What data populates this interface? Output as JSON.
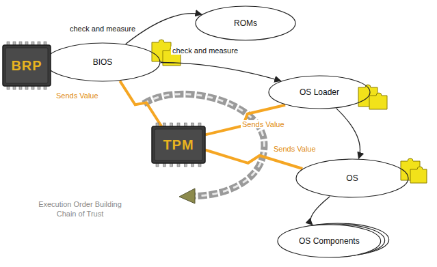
{
  "diagram": {
    "nodes": [
      {
        "text": [
          "BIOS"
        ]
      },
      {
        "text": [
          "BRP"
        ]
      },
      {
        "text": [
          "ROMs"
        ]
      },
      {
        "text": [
          "OS Loader"
        ]
      },
      {
        "text": [
          "TPM"
        ]
      },
      {
        "text": [
          "OS"
        ]
      },
      {
        "text": [
          "OS Components"
        ]
      }
    ],
    "edges": [
      {
        "from": 0,
        "to": 2,
        "arrow": "to",
        "label": "check and measure"
      },
      {
        "from": 0,
        "to": 3,
        "arrow": "to",
        "label": "check and measure"
      },
      {
        "from": 3,
        "to": 5,
        "arrow": "to"
      },
      {
        "from": 5,
        "to": 6,
        "arrow": "to"
      },
      {
        "from": 0,
        "to": 4,
        "arrow": "none",
        "label": "Sends Value"
      },
      {
        "from": 3,
        "to": 4,
        "arrow": "none",
        "label": "Sends Value"
      },
      {
        "from": 4,
        "to": 5,
        "arrow": "none",
        "label": "Sends Value"
      }
    ],
    "labels": [
      "Execution Order Building Chain of Trust"
    ]
  }
}
